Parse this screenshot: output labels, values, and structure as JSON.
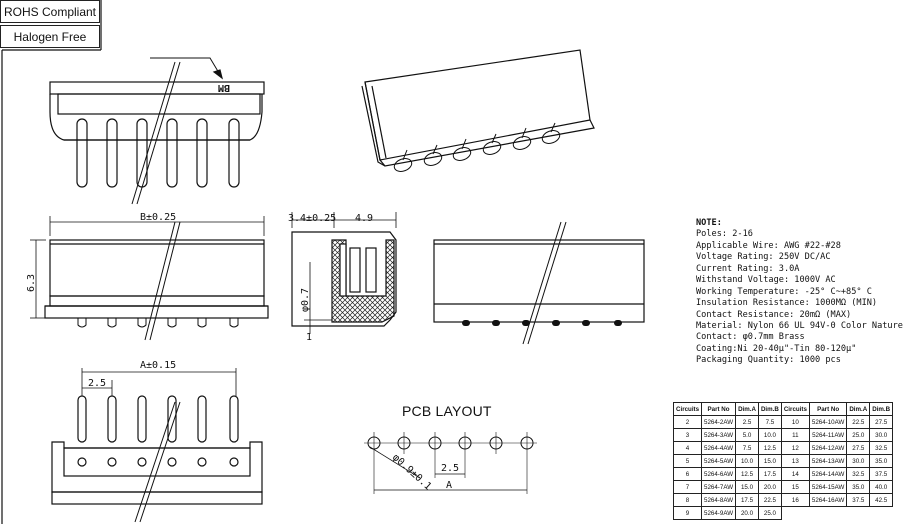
{
  "badges": {
    "rohs": "ROHS Compliant",
    "halogen": "Halogen Free"
  },
  "side_view_marking": "BM",
  "dimensions": {
    "overall_length": "B±0.25",
    "height": "6.3",
    "depth_a": "3.4±0.25",
    "depth_b": "4.9",
    "pin_dia": "φ0.7",
    "pin_span": "A±0.15",
    "pitch": "2.5",
    "pcb_hole": "φ0.9±0.1",
    "pcb_pitch": "2.5",
    "pcb_span": "A",
    "small_tick": "1"
  },
  "pcb_layout_title": "PCB LAYOUT",
  "notes": [
    "NOTE:",
    "Poles: 2-16",
    "Applicable Wire: AWG #22-#28",
    "Voltage Rating: 250V DC/AC",
    "Current Rating: 3.0A",
    "Withstand Voltage: 1000V AC",
    "Working Temperature: -25° C~+85° C",
    "Insulation Resistance: 1000MΩ (MIN)",
    "Contact Resistance: 20mΩ (MAX)",
    "Material: Nylon 66 UL 94V-0 Color Nature",
    "Contact: φ0.7mm Brass",
    "Coating:Ni 20-40μ\"-Tin 80-120μ\"",
    "Packaging Quantity: 1000 pcs"
  ],
  "table": {
    "headers": [
      "Circuits",
      "Part No",
      "Dim.A",
      "Dim.B",
      "Circuits",
      "Part No",
      "Dim.A",
      "Dim.B"
    ],
    "rows": [
      [
        "2",
        "5264-2AW",
        "2.5",
        "7.5",
        "10",
        "5264-10AW",
        "22.5",
        "27.5"
      ],
      [
        "3",
        "5264-3AW",
        "5.0",
        "10.0",
        "11",
        "5264-11AW",
        "25.0",
        "30.0"
      ],
      [
        "4",
        "5264-4AW",
        "7.5",
        "12.5",
        "12",
        "5264-12AW",
        "27.5",
        "32.5"
      ],
      [
        "5",
        "5264-5AW",
        "10.0",
        "15.0",
        "13",
        "5264-13AW",
        "30.0",
        "35.0"
      ],
      [
        "6",
        "5264-6AW",
        "12.5",
        "17.5",
        "14",
        "5264-14AW",
        "32.5",
        "37.5"
      ],
      [
        "7",
        "5264-7AW",
        "15.0",
        "20.0",
        "15",
        "5264-15AW",
        "35.0",
        "40.0"
      ],
      [
        "8",
        "5264-8AW",
        "17.5",
        "22.5",
        "16",
        "5264-16AW",
        "37.5",
        "42.5"
      ],
      [
        "9",
        "5264-9AW",
        "20.0",
        "25.0",
        "",
        "",
        "",
        ""
      ]
    ]
  },
  "colors": {
    "line": "#111111",
    "hatch": "#222222",
    "paper": "#ffffff"
  }
}
